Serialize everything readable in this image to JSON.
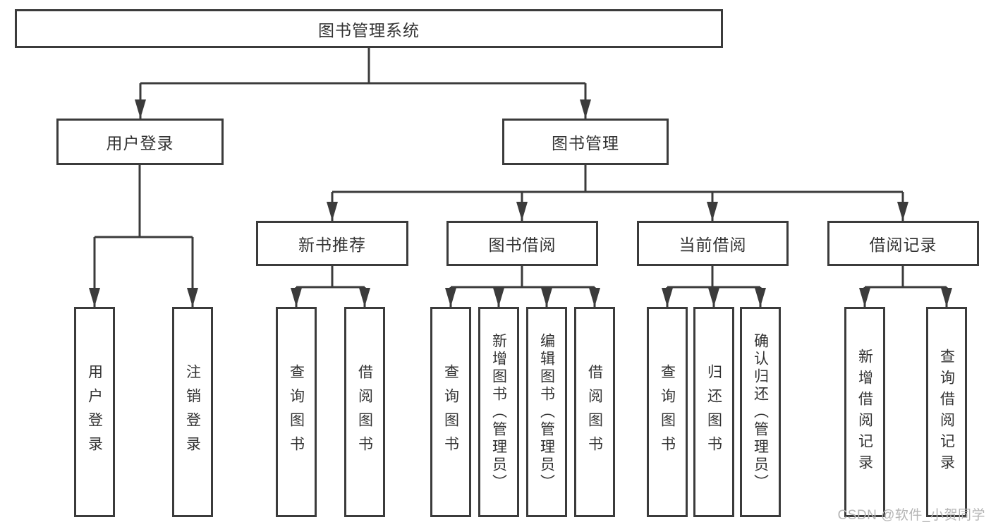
{
  "diagram": {
    "root": {
      "label": "图书管理系统"
    },
    "level2": [
      {
        "label": "用户登录"
      },
      {
        "label": "图书管理"
      }
    ],
    "level3": [
      {
        "label": "新书推荐"
      },
      {
        "label": "图书借阅"
      },
      {
        "label": "当前借阅"
      },
      {
        "label": "借阅记录"
      }
    ],
    "leaves": {
      "user_login": [
        "用户登录",
        "注销登录"
      ],
      "new_book": [
        "查询图书",
        "借阅图书"
      ],
      "book_borrow": [
        "查询图书",
        "新增图书（管理员）",
        "编辑图书（管理员）",
        "借阅图书"
      ],
      "current_borrow": [
        "查询图书",
        "归还图书",
        "确认归还（管理员）"
      ],
      "borrow_record": [
        "新增借阅记录",
        "查询借阅记录"
      ]
    }
  },
  "watermark": {
    "text": "CSDN @软件_小贺同学"
  },
  "colors": {
    "line": "#3b3b3b",
    "text": "#333333",
    "watermark": "#b5b5b5",
    "background": "#ffffff"
  }
}
